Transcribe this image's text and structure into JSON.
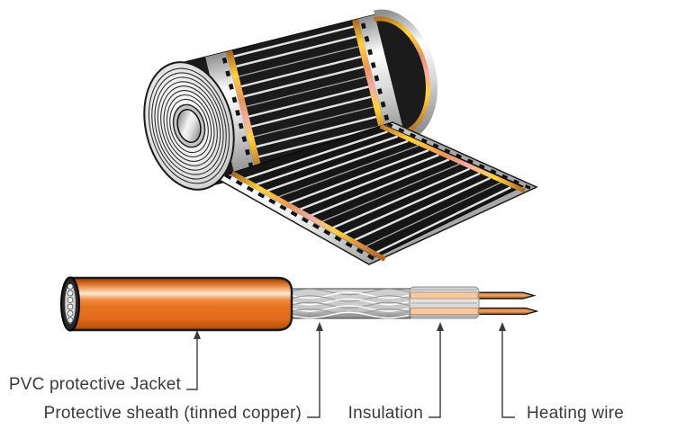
{
  "labels": {
    "jacket": "PVC protective Jacket",
    "sheath": "Protective sheath (tinned copper)",
    "insulation": "Insulation",
    "wire": "Heating wire"
  },
  "colors": {
    "background": "#ffffff",
    "jacket_orange": "#e8721f",
    "jacket_highlight": "#fde9d2",
    "bus_bar_gold": "#ffd23e",
    "bus_bar_pink": "#f2aca6",
    "copper_wire": "#e09a55",
    "film_black": "#1a1a1a",
    "foil_silver": "#d9d9d9",
    "braid_gray": "#c6c6c6",
    "label_text": "#3b3b3b"
  }
}
